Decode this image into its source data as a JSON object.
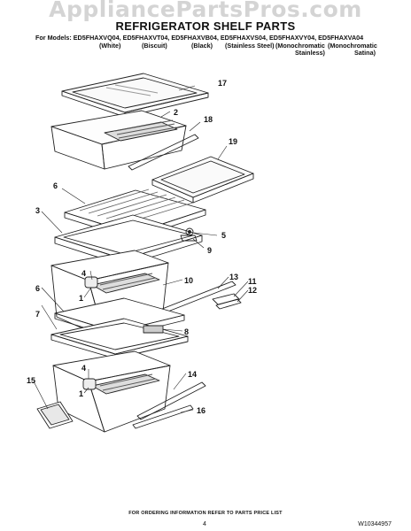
{
  "header": {
    "watermark": "AppliancePartsPros.com",
    "title": "REFRIGERATOR SHELF PARTS",
    "models": "For Models: ED5FHAXVQ04, ED5FHAXVT04, ED5FHAXVB04, ED5FHAXVS04, ED5FHAXVY04, ED5FHAXVA04",
    "colors": [
      "(White)",
      "(Biscuit)",
      "(Black)",
      "(Stainless Steel)",
      "(Monochromatic",
      "(Monochromatic"
    ],
    "colors_line2": [
      "Stainless)",
      "Satina)"
    ]
  },
  "callouts": [
    "17",
    "2",
    "18",
    "19",
    "6",
    "3",
    "5",
    "9",
    "4",
    "10",
    "13",
    "11",
    "12",
    "1",
    "6",
    "7",
    "8",
    "4",
    "14",
    "1",
    "15",
    "16"
  ],
  "footer": {
    "note": "FOR ORDERING INFORMATION REFER TO PARTS PRICE LIST",
    "page": "4",
    "doc_number": "W10344957"
  }
}
